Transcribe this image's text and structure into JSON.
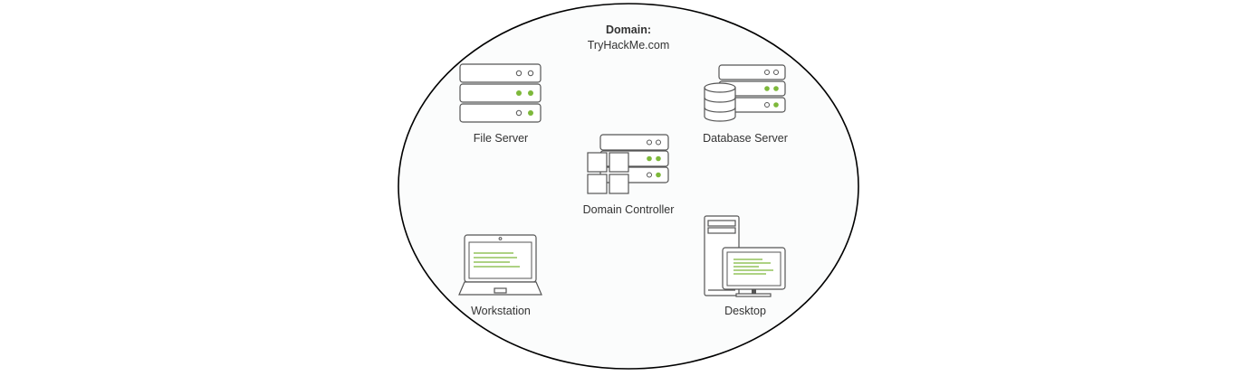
{
  "domain": {
    "title": "Domain:",
    "name": "TryHackMe.com"
  },
  "nodes": {
    "file_server": {
      "label": "File Server",
      "icon": "file-server-icon"
    },
    "database_server": {
      "label": "Database Server",
      "icon": "database-server-icon"
    },
    "domain_controller": {
      "label": "Domain Controller",
      "icon": "domain-controller-icon"
    },
    "workstation": {
      "label": "Workstation",
      "icon": "laptop-icon"
    },
    "desktop": {
      "label": "Desktop",
      "icon": "desktop-computer-icon"
    }
  },
  "colors": {
    "accent": "#7db83a",
    "stroke": "#555555",
    "boundary_fill": "#fbfcfc",
    "text": "#333333"
  }
}
